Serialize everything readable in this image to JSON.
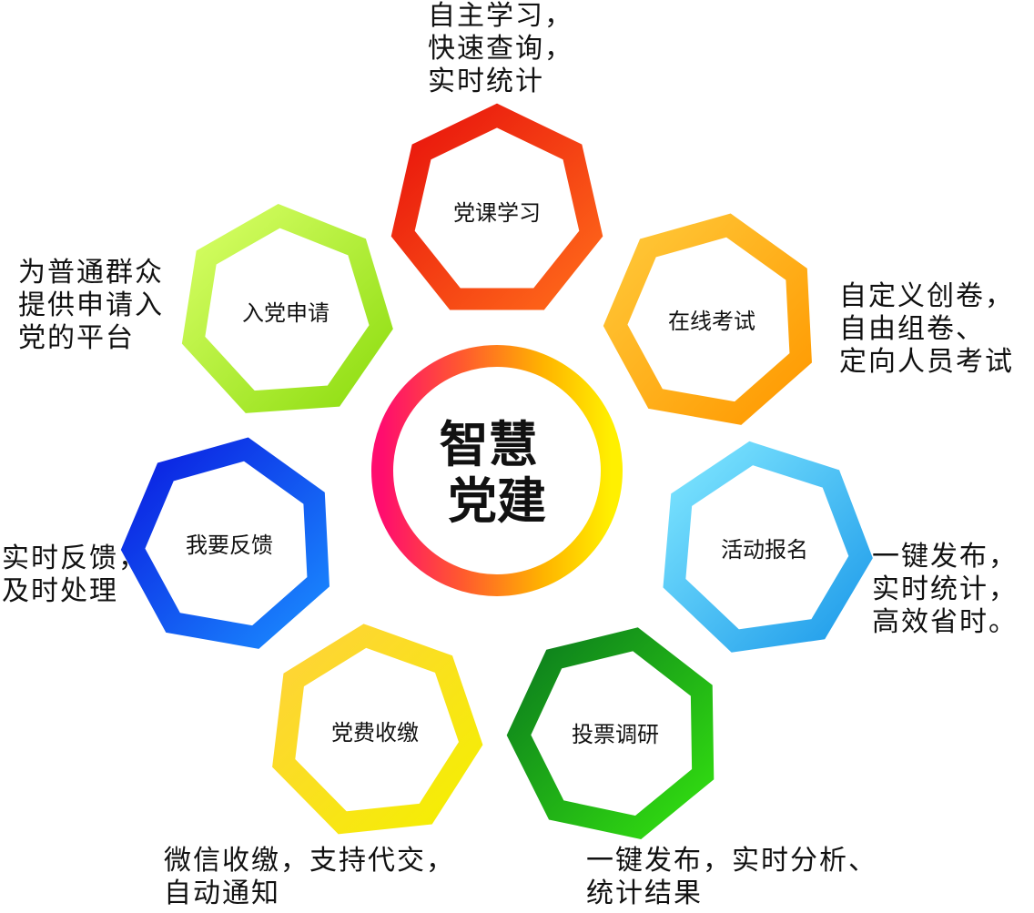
{
  "center": {
    "lines": [
      "智慧",
      "党建"
    ],
    "ring_colors": [
      "#FF0D6E",
      "#FF5A2E",
      "#FFB300",
      "#FFF000"
    ]
  },
  "modules": [
    {
      "id": "party-course",
      "label": "党课学习",
      "description": [
        "自主学习，",
        "快速查询，",
        "实时统计"
      ],
      "colors": [
        "#E8120C",
        "#FF6A1A"
      ]
    },
    {
      "id": "online-exam",
      "label": "在线考试",
      "description": [
        "自定义创卷，",
        "自由组卷、",
        "定向人员考试"
      ],
      "colors": [
        "#FFC93A",
        "#FF9900"
      ]
    },
    {
      "id": "event-signup",
      "label": "活动报名",
      "description": [
        "一键发布，",
        "实时统计，",
        "高效省时。"
      ],
      "colors": [
        "#7EE6FF",
        "#1E9BEA"
      ]
    },
    {
      "id": "vote-survey",
      "label": "投票调研",
      "description": [
        "一键发布，实时分析、",
        "统计结果"
      ],
      "colors": [
        "#0B7A1E",
        "#33E010"
      ]
    },
    {
      "id": "dues-payment",
      "label": "党费收缴",
      "description": [
        "微信收缴，支持代交，",
        "自动通知"
      ],
      "colors": [
        "#FFD23A",
        "#F4F000"
      ]
    },
    {
      "id": "feedback",
      "label": "我要反馈",
      "description": [
        "实时反馈，",
        "及时处理"
      ],
      "colors": [
        "#0A1BE0",
        "#1A8BFF"
      ]
    },
    {
      "id": "join-application",
      "label": "入党申请",
      "description": [
        "为普通群众",
        "提供申请入",
        "党的平台"
      ],
      "colors": [
        "#D8FF66",
        "#8EDD10"
      ]
    }
  ]
}
